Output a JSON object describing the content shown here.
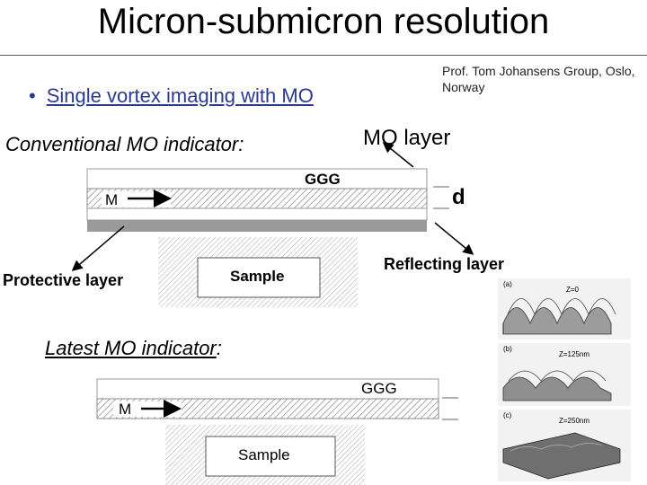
{
  "title": "Micron-submicron resolution",
  "credit": "Prof. Tom Johansens Group, Oslo, Norway",
  "bullet": "Single vortex imaging with MO",
  "conventional_label": "Conventional MO indicator",
  "conventional_colon": ":",
  "latest_label": "Latest MO indicator",
  "latest_colon": ":",
  "labels": {
    "mo_layer": "MO layer",
    "ggg_top": "GGG",
    "m_top": "M",
    "d": "d",
    "protective_layer": "Protective layer",
    "sample_top": "Sample",
    "reflecting_layer": "Reflecting layer",
    "ggg_bottom": "GGG",
    "m_bottom": "M",
    "sample_bottom": "Sample"
  },
  "vortex_panels": [
    {
      "tag": "(a)",
      "z": "Z=0"
    },
    {
      "tag": "(b)",
      "z": "Z=125nm"
    },
    {
      "tag": "(c)",
      "z": "Z=250nm"
    }
  ],
  "colors": {
    "bullet_text": "#2b3a8f",
    "protective_layer": "#9a9a9a",
    "hatch": "#777777"
  }
}
